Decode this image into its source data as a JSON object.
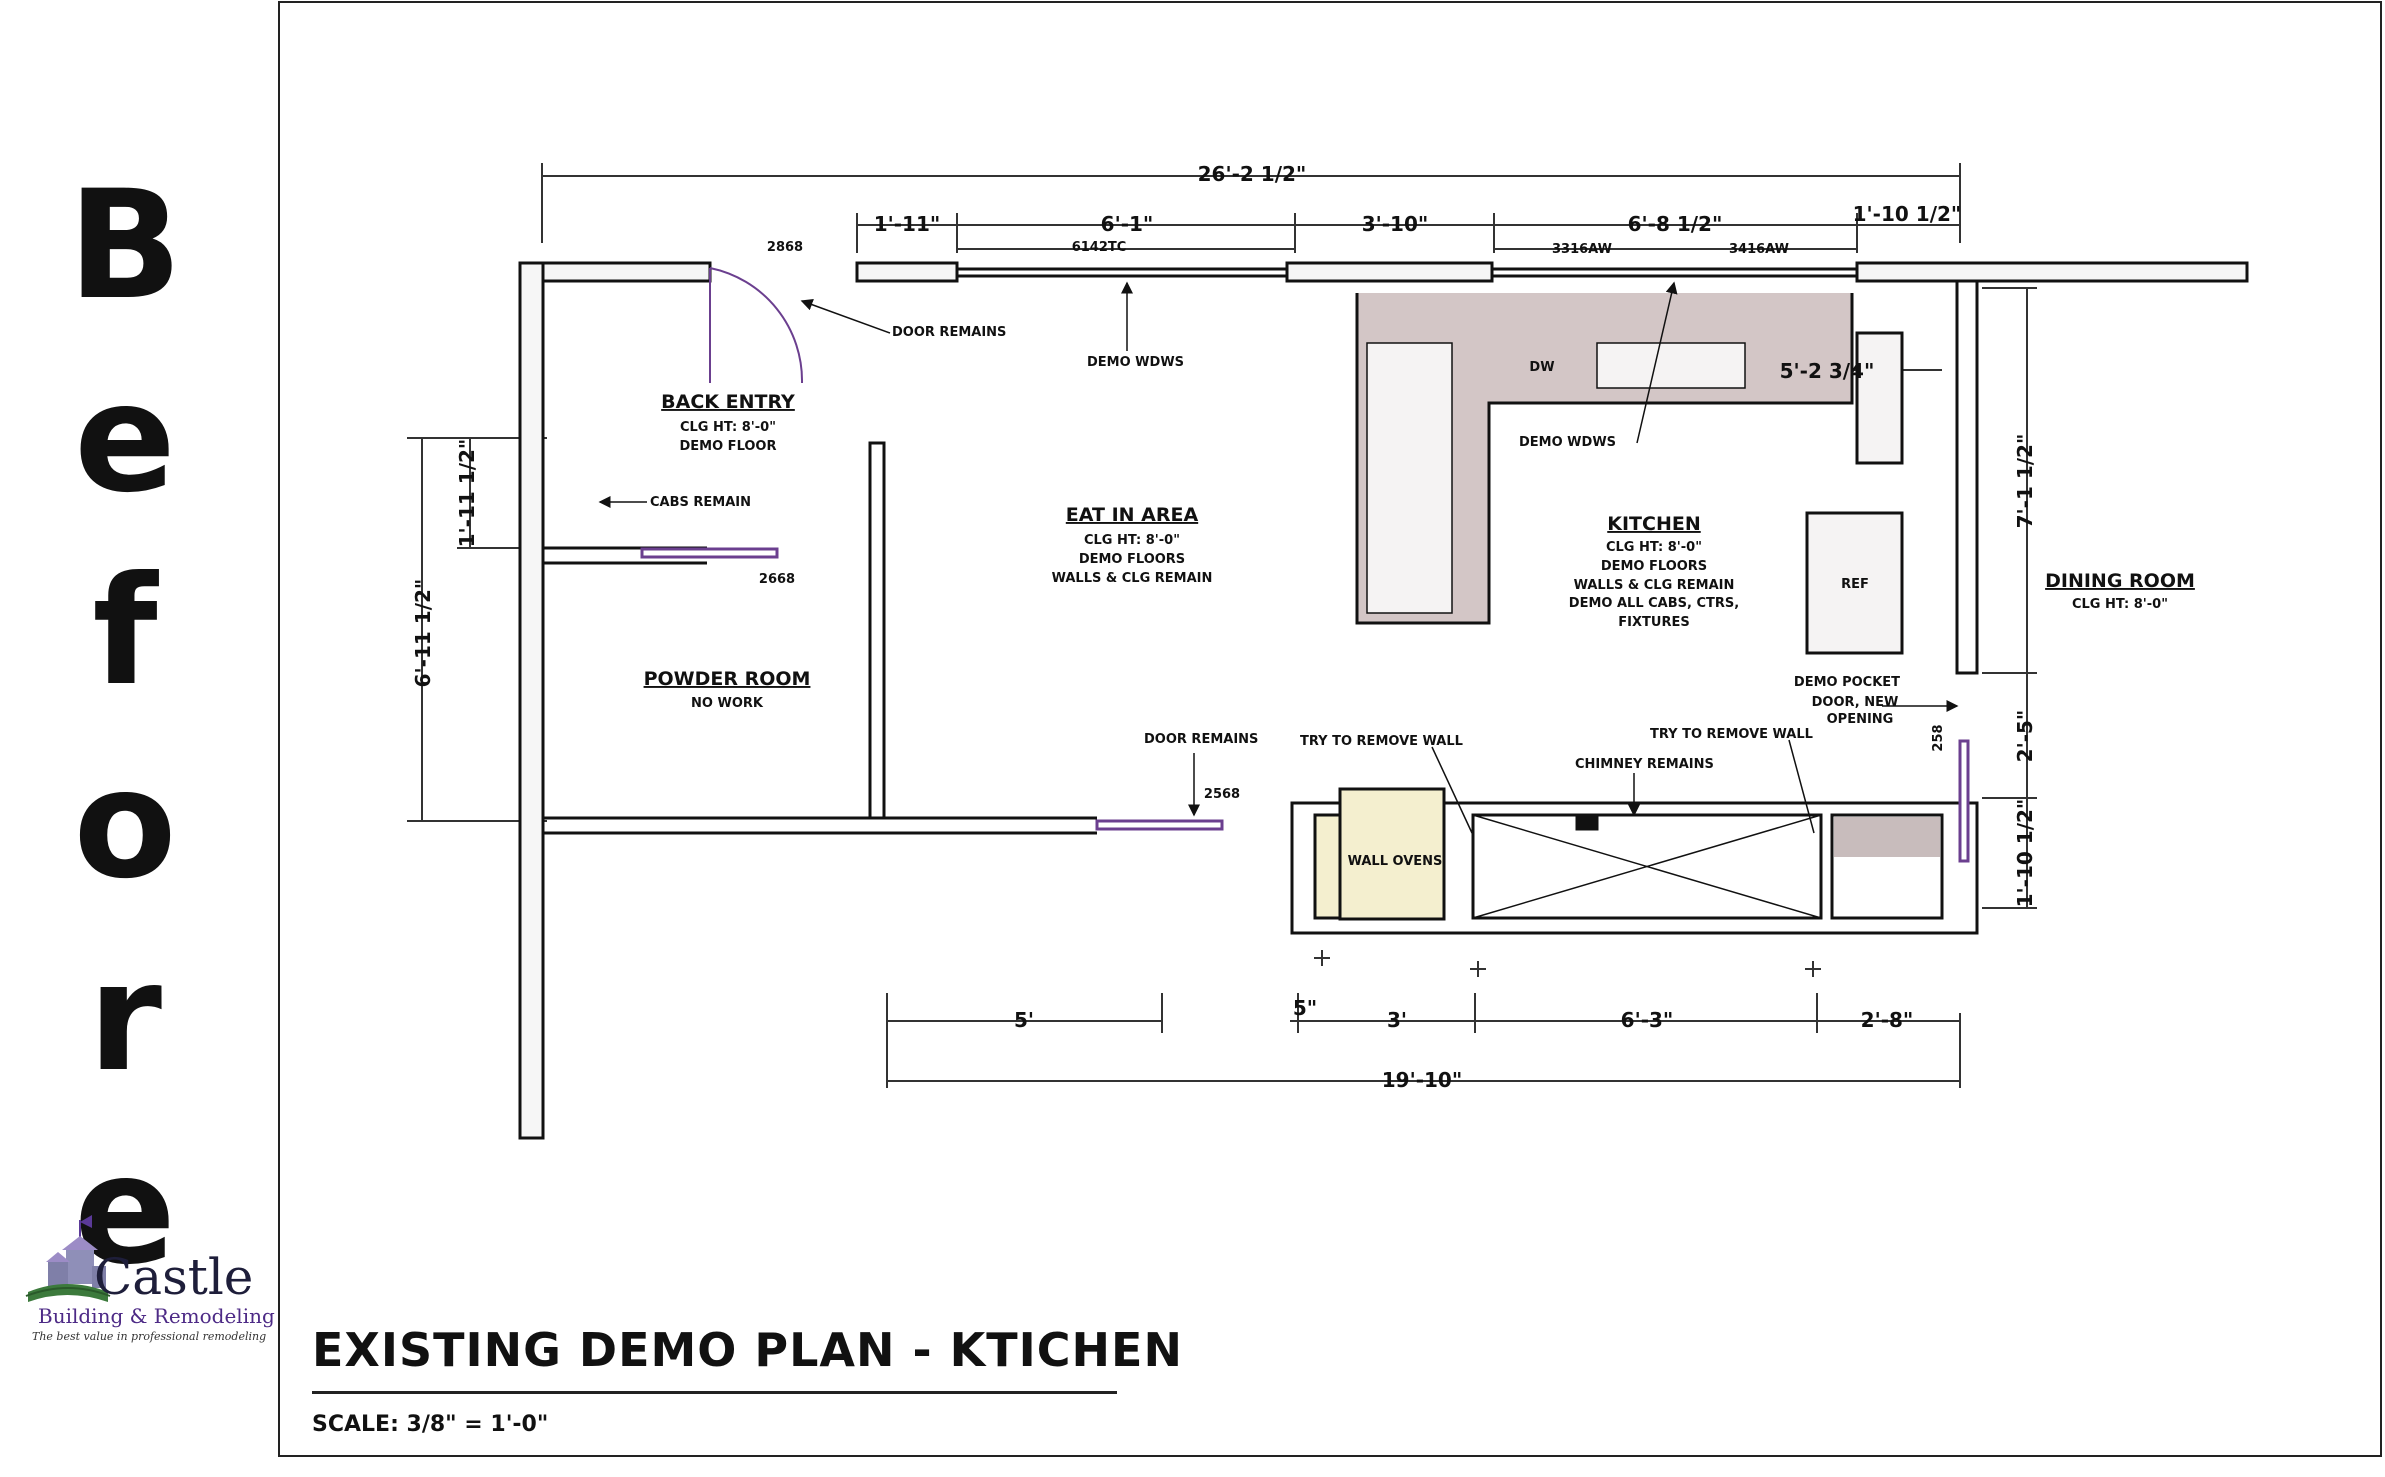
{
  "side_word": [
    "B",
    "e",
    "f",
    "o",
    "r",
    "e"
  ],
  "logo": {
    "name": "Castle",
    "subtitle": "Building & Remodeling",
    "tagline": "The best value in professional remodeling"
  },
  "title": "EXISTING DEMO PLAN - KTICHEN",
  "scale": "SCALE: 3/8\" = 1'-0\"",
  "dimensions": {
    "overall_top": "26'-2 1/2\"",
    "top_1": "1'-11\"",
    "top_2": "6'-1\"",
    "top_3": "3'-10\"",
    "top_4": "6'-8 1/2\"",
    "top_5": "1'-10 1/2\"",
    "left_upper": "1'-11 1/2\"",
    "left_overall": "6'-11 1/2\"",
    "right_upper": "7'-1 1/2\"",
    "right_mid": "2'-5\"",
    "right_lower": "1'-10 1/2\"",
    "kitchen_width": "5'-2 3/4\"",
    "bottom_5ft": "5'",
    "bottom_5in": "5\"",
    "bottom_3": "3'",
    "bottom_63": "6'-3\"",
    "bottom_28": "2'-8\"",
    "overall_bottom": "19'-10\""
  },
  "window_tags": {
    "w1": "6142TC",
    "w2": "3316AW",
    "w3": "3416AW"
  },
  "door_tags": {
    "back_entry": "2868",
    "powder": "2668",
    "hall": "2568",
    "pocket": "258"
  },
  "rooms": {
    "back_entry": {
      "name": "BACK ENTRY",
      "line1": "CLG HT: 8'-0\"",
      "line2": "DEMO FLOOR"
    },
    "eat_in": {
      "name": "EAT IN AREA",
      "line1": "CLG HT: 8'-0\"",
      "line2": "DEMO FLOORS",
      "line3": "WALLS & CLG REMAIN"
    },
    "powder": {
      "name": "POWDER ROOM",
      "line1": "NO WORK"
    },
    "kitchen": {
      "name": "KITCHEN",
      "line1": "CLG HT: 8'-0\"",
      "line2": "DEMO FLOORS",
      "line3": "WALLS & CLG REMAIN",
      "line4": "DEMO ALL CABS, CTRS,",
      "line5": "FIXTURES"
    },
    "dining": {
      "name": "DINING ROOM",
      "line1": "CLG HT: 8'-0\""
    }
  },
  "notes": {
    "door_remains_top": "DOOR REMAINS",
    "demo_wdws_1": "DEMO WDWS",
    "demo_wdws_2": "DEMO WDWS",
    "cabs_remain": "CABS REMAIN",
    "door_remains_bottom": "DOOR REMAINS",
    "try_remove_1": "TRY TO REMOVE WALL",
    "try_remove_2": "TRY TO REMOVE WALL",
    "chimney": "CHIMNEY REMAINS",
    "pocket_1": "DEMO POCKET",
    "pocket_2": "DOOR, NEW",
    "pocket_3": "OPENING",
    "dw": "DW",
    "ref": "REF",
    "wall_ovens": "WALL OVENS"
  }
}
